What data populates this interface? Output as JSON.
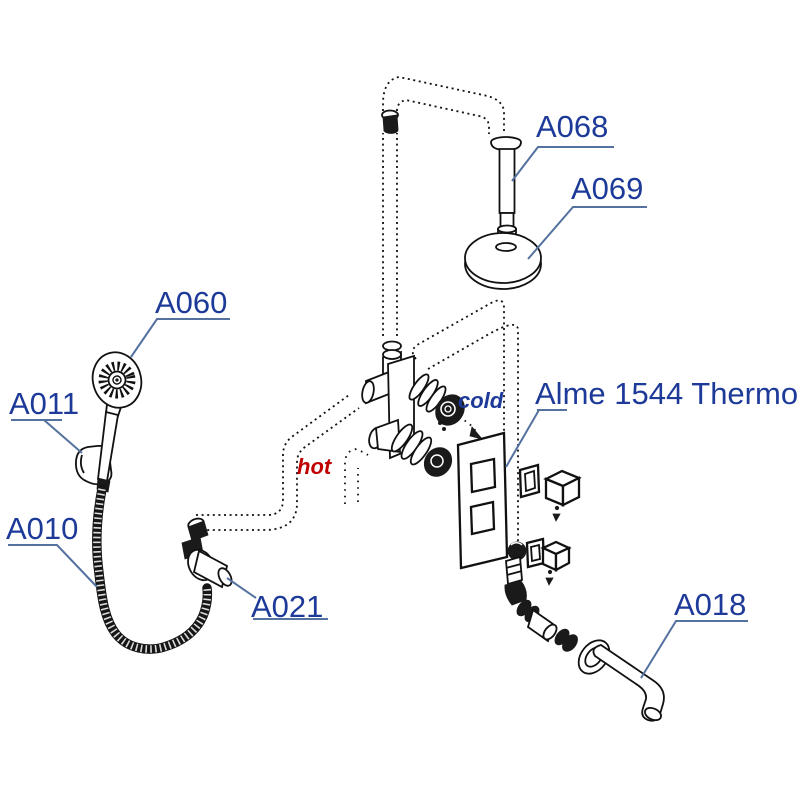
{
  "diagram": {
    "labels": {
      "a068": "A068",
      "a069": "A069",
      "a060": "A060",
      "a011": "A011",
      "a010": "A010",
      "a021": "A021",
      "a018": "A018",
      "model": "Alme 1544 Thermo",
      "hot": "hot",
      "cold": "cold"
    },
    "colors": {
      "label_text": "#1d3a99",
      "hot_text": "#c00000",
      "line_art": "#111111",
      "leader_line": "#54719f",
      "background": "#ffffff"
    }
  }
}
